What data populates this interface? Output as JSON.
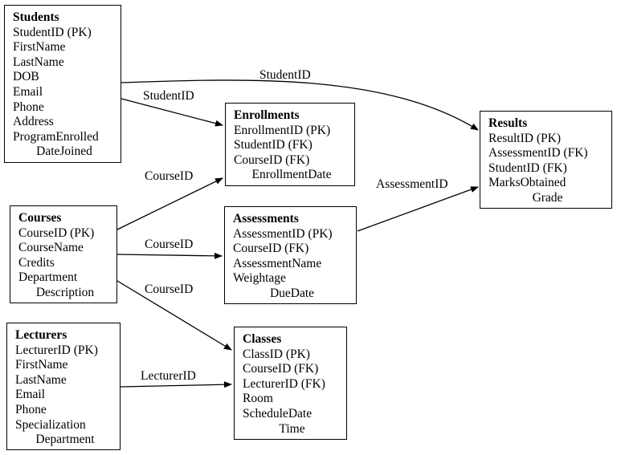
{
  "entities": {
    "students": {
      "title": "Students",
      "fields": [
        "StudentID (PK)",
        "FirstName",
        "LastName",
        "DOB",
        "Email",
        "Phone",
        "Address",
        "ProgramEnrolled",
        "DateJoined"
      ]
    },
    "courses": {
      "title": "Courses",
      "fields": [
        "CourseID (PK)",
        "CourseName",
        "Credits",
        "Department",
        "Description"
      ]
    },
    "lecturers": {
      "title": "Lecturers",
      "fields": [
        "LecturerID (PK)",
        "FirstName",
        "LastName",
        "Email",
        "Phone",
        "Specialization",
        "Department"
      ]
    },
    "enrollments": {
      "title": "Enrollments",
      "fields": [
        "EnrollmentID (PK)",
        "StudentID (FK)",
        "CourseID (FK)",
        "EnrollmentDate"
      ]
    },
    "assessments": {
      "title": "Assessments",
      "fields": [
        "AssessmentID (PK)",
        "CourseID (FK)",
        "AssessmentName",
        "Weightage",
        "DueDate"
      ]
    },
    "classes": {
      "title": "Classes",
      "fields": [
        "ClassID (PK)",
        "CourseID (FK)",
        "LecturerID (FK)",
        "Room",
        "ScheduleDate",
        "Time"
      ]
    },
    "results": {
      "title": "Results",
      "fields": [
        "ResultID (PK)",
        "AssessmentID (FK)",
        "StudentID (FK)",
        "MarksObtained",
        "Grade"
      ]
    }
  },
  "relationships": [
    {
      "id": "students-results",
      "from": "Students",
      "to": "Results",
      "label": "StudentID"
    },
    {
      "id": "students-enrollments",
      "from": "Students",
      "to": "Enrollments",
      "label": "StudentID"
    },
    {
      "id": "courses-enrollments",
      "from": "Courses",
      "to": "Enrollments",
      "label": "CourseID"
    },
    {
      "id": "courses-assessments",
      "from": "Courses",
      "to": "Assessments",
      "label": "CourseID"
    },
    {
      "id": "courses-classes",
      "from": "Courses",
      "to": "Classes",
      "label": "CourseID"
    },
    {
      "id": "assessments-results",
      "from": "Assessments",
      "to": "Results",
      "label": "AssessmentID"
    },
    {
      "id": "lecturers-classes",
      "from": "Lecturers",
      "to": "Classes",
      "label": "LecturerID"
    }
  ]
}
